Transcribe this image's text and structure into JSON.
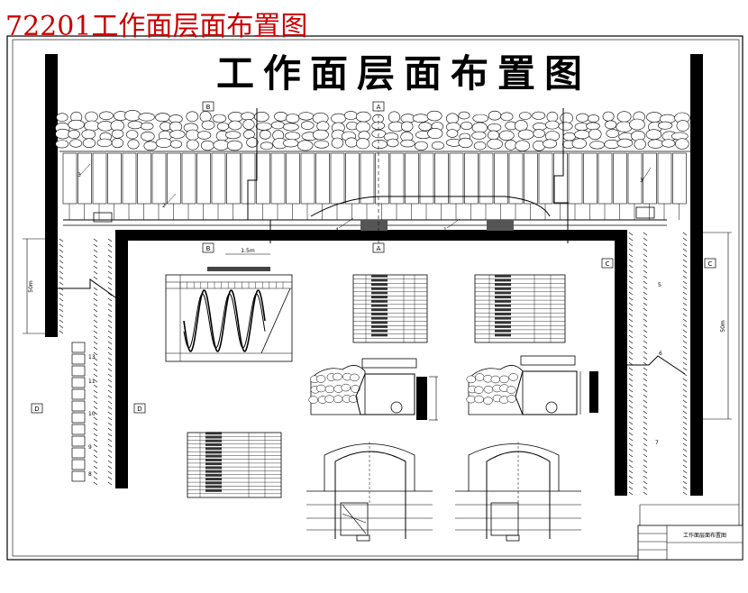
{
  "header": {
    "red_title": "72201工作面层面布置图",
    "drawing_title": "工作面层面布置图"
  },
  "section_marks": {
    "a_top": "A",
    "a_bottom": "A",
    "b_top": "B",
    "b_bottom": "B",
    "c_left": "C",
    "c_right": "C",
    "d_left": "D",
    "d_right": "D"
  },
  "callouts": {
    "n1": "1",
    "n2": "2",
    "n3_left": "3",
    "n3_right": "3",
    "n4": "4",
    "n5": "5",
    "n6": "6",
    "n7": "7",
    "n8": "8",
    "n9": "9",
    "n10": "10",
    "n11": "11",
    "n13": "13"
  },
  "dimensions": {
    "left_vertical": "50m",
    "right_vertical": "50m",
    "bottom_horizontal": "1.5m"
  },
  "title_block": {
    "main": "工作面层面布置图"
  },
  "colors": {
    "ink": "#000000",
    "title_red": "#cc0000",
    "frame": "#000000",
    "paper": "#ffffff"
  }
}
